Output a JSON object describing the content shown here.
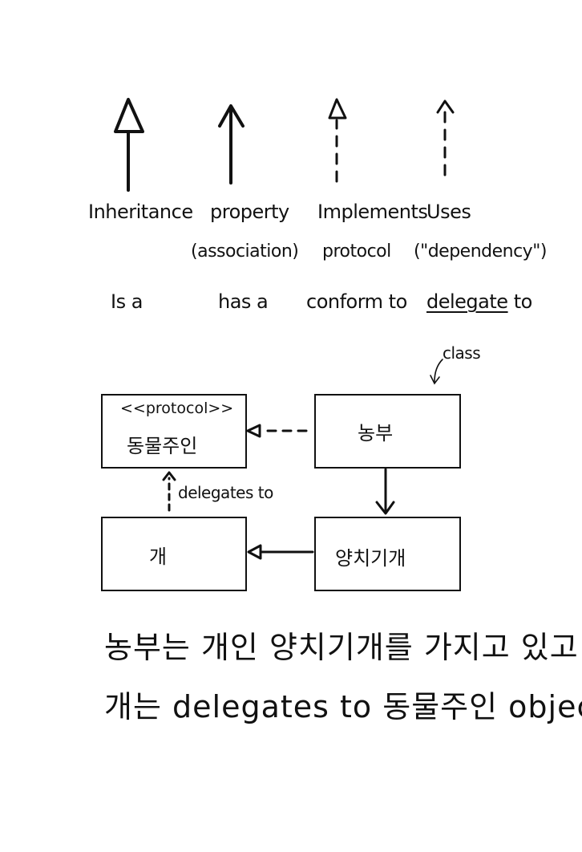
{
  "legend": {
    "inheritance": {
      "label": "Inheritance",
      "meaning": "Is a"
    },
    "property": {
      "label": "property",
      "sub": "(association)",
      "meaning": "has a"
    },
    "implements": {
      "label": "Implements",
      "sub": "protocol",
      "meaning": "conform to"
    },
    "uses": {
      "label": "Uses",
      "sub": "(\"dependency\")",
      "meaning_underlined": "delegate",
      "meaning_rest": "to"
    }
  },
  "annotation": {
    "class_note": "class"
  },
  "boxes": {
    "animal_owner": {
      "stereotype": "<<protocol>>",
      "name": "동물주인"
    },
    "farmer": {
      "name": "농부"
    },
    "dog": {
      "name": "개"
    },
    "shepherd_dog": {
      "name": "양치기개"
    }
  },
  "relations": {
    "delegates": "delegates to"
  },
  "notes": {
    "line1": "농부는  개인 양치기개를  가지고 있고",
    "line2_prefix": "개는",
    "line2_middle": "delegates to",
    "line2_suffix": "동물주인 object"
  },
  "colors": {
    "ink": "#111111",
    "paper": "#ffffff"
  }
}
